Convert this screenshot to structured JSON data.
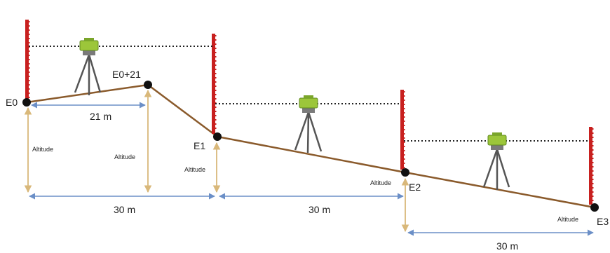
{
  "colors": {
    "ground": "#8a5a2b",
    "staff": "#c8201f",
    "sight": "#222222",
    "dimension": "#6b8fc7",
    "altitude": "#d9b87a",
    "instrument": "#9cc63a",
    "tripod": "#555555"
  },
  "points": {
    "e0": "E0",
    "e0_21": "E0+21",
    "e1": "E1",
    "e2": "E2",
    "e3": "E3"
  },
  "altitude_label": "Altitude",
  "distances": {
    "d_21": "21 m",
    "d_30_a": "30 m",
    "d_30_b": "30 m",
    "d_30_c": "30 m"
  },
  "icons": {
    "instrument": "level-instrument-icon",
    "staff": "leveling-staff-icon"
  }
}
